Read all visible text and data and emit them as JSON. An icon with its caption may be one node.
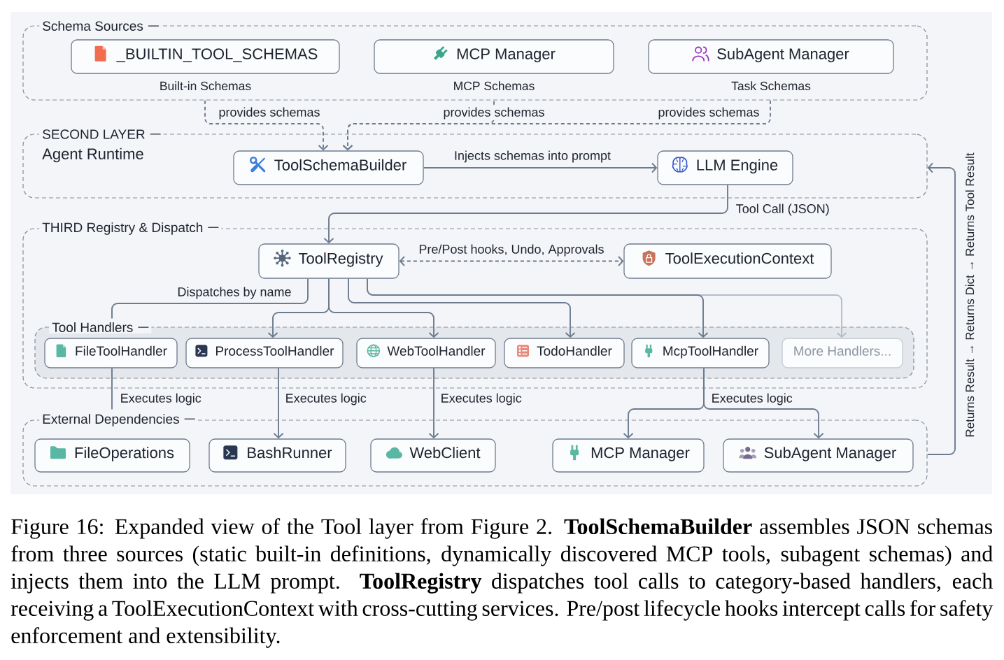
{
  "diagram": {
    "caption": "Figure 16: Expanded view of the Tool layer from Figure 2. **ToolSchemaBuilder** assembles JSON schemas from three sources (static built-in definitions, dynamically discovered MCP tools, subagent schemas) and injects them into the LLM prompt. **ToolRegistry** dispatches tool calls to category-based handlers, each receiving a ToolExecutionContext with cross-cutting services. Pre/post lifecycle hooks intercept calls for safety enforcement and extensibility.",
    "nodes": [
      {
        "text": [
          "Schema Sources"
        ]
      },
      {
        "text": [
          "_BUILTIN_TOOL_SCHEMAS"
        ],
        "in": 0,
        "beside": [
          "Built-in Schemas"
        ]
      },
      {
        "text": [
          "MCP Manager"
        ],
        "in": 0,
        "beside": [
          "MCP Schemas"
        ]
      },
      {
        "text": [
          "SubAgent Manager"
        ],
        "in": 0,
        "beside": [
          "Task Schemas"
        ]
      },
      {
        "text": [
          "SECOND LAYER",
          "Agent Runtime"
        ]
      },
      {
        "text": [
          "ToolSchemaBuilder"
        ],
        "in": 4
      },
      {
        "text": [
          "LLM Engine"
        ],
        "in": 4
      },
      {
        "text": [
          "THIRD Registry & Dispatch"
        ]
      },
      {
        "text": [
          "ToolRegistry"
        ],
        "in": 7
      },
      {
        "text": [
          "ToolExecutionContext"
        ],
        "in": 7
      },
      {
        "text": [
          "Tool Handlers"
        ],
        "in": 7
      },
      {
        "text": [
          "FileToolHandler"
        ],
        "in": 10
      },
      {
        "text": [
          "ProcessToolHandler"
        ],
        "in": 10
      },
      {
        "text": [
          "WebToolHandler"
        ],
        "in": 10
      },
      {
        "text": [
          "TodoHandler"
        ],
        "in": 10
      },
      {
        "text": [
          "McpToolHandler"
        ],
        "in": 10
      },
      {
        "text": [
          "More Handlers..."
        ],
        "in": 10
      },
      {
        "text": [
          "External Dependencies"
        ]
      },
      {
        "text": [
          "FileOperations"
        ],
        "in": 17
      },
      {
        "text": [
          "BashRunner"
        ],
        "in": 17
      },
      {
        "text": [
          "WebClient"
        ],
        "in": 17
      },
      {
        "text": [
          "MCP Manager"
        ],
        "in": 17
      },
      {
        "text": [
          "SubAgent Manager"
        ],
        "in": 17
      }
    ],
    "edges": [
      {
        "from": 1,
        "to": 5,
        "arrow": "to",
        "label": "provides schemas",
        "style": "dashed"
      },
      {
        "from": 2,
        "to": 5,
        "arrow": "to",
        "label": "provides schemas",
        "style": "dashed"
      },
      {
        "from": 3,
        "to": 5,
        "arrow": "to",
        "label": "provides schemas",
        "style": "dashed"
      },
      {
        "from": 5,
        "to": 6,
        "arrow": "to",
        "label": "Injects schemas into prompt"
      },
      {
        "from": 6,
        "to": 8,
        "arrow": "to",
        "label": "Tool Call (JSON)"
      },
      {
        "from": 8,
        "to": 9,
        "arrow": "both",
        "label": "Pre/Post hooks, Undo, Approvals",
        "style": "dashed"
      },
      {
        "from": 8,
        "to": 10,
        "arrow": "none",
        "label": "Dispatches by name"
      },
      {
        "from": 8,
        "to": 12,
        "arrow": "to"
      },
      {
        "from": 8,
        "to": 13,
        "arrow": "to"
      },
      {
        "from": 8,
        "to": 14,
        "arrow": "to"
      },
      {
        "from": 8,
        "to": 15,
        "arrow": "to"
      },
      {
        "from": 8,
        "to": 16,
        "arrow": "to",
        "color": "#b4bcc8"
      },
      {
        "from": 11,
        "to": 17,
        "arrow": "none",
        "label": "Executes logic"
      },
      {
        "from": 12,
        "to": 19,
        "arrow": "to",
        "label": "Executes logic"
      },
      {
        "from": 13,
        "to": 20,
        "arrow": "to",
        "label": "Executes logic"
      },
      {
        "from": 15,
        "to": 21,
        "arrow": "to"
      },
      {
        "from": 15,
        "to": 22,
        "arrow": "to",
        "label": "Executes logic"
      },
      {
        "from": 17,
        "to": 4,
        "arrow": "to",
        "label": "Returns Result → Returns Dict → Returns Tool Result"
      }
    ]
  }
}
